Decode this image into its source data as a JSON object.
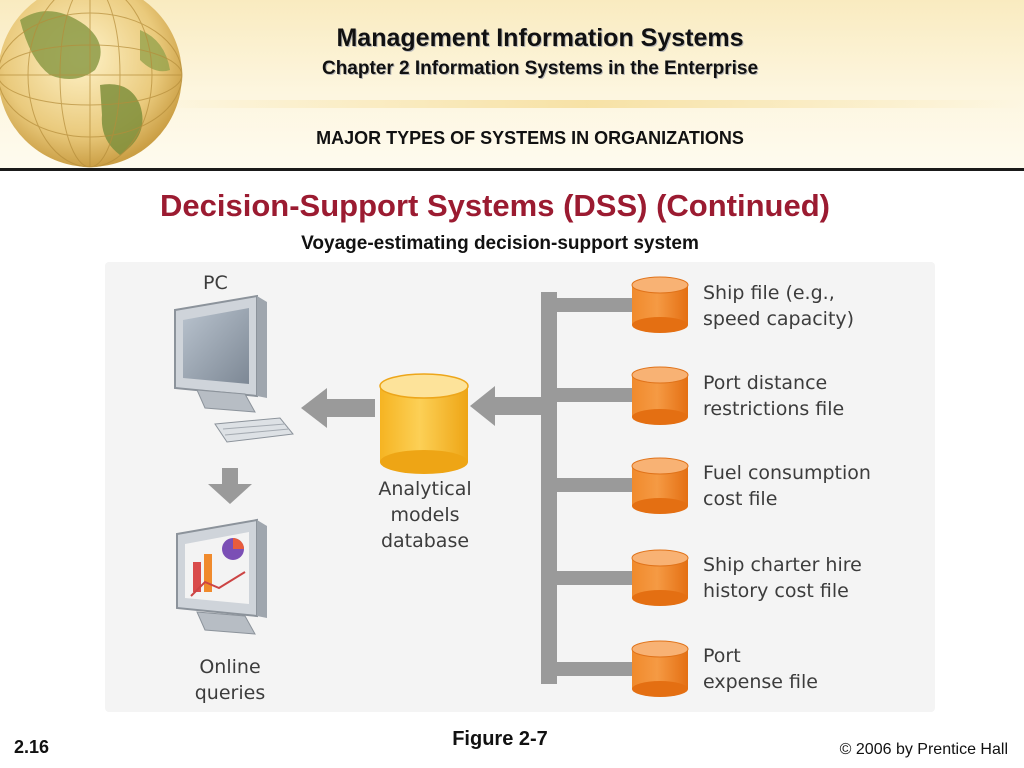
{
  "header": {
    "title": "Management Information Systems",
    "subtitle": "Chapter 2 Information Systems in the Enterprise",
    "section": "MAJOR TYPES OF SYSTEMS IN ORGANIZATIONS"
  },
  "slide": {
    "title": "Decision-Support Systems (DSS) (Continued)",
    "subtitle": "Voyage-estimating decision-support system"
  },
  "diagram": {
    "pc_label": "PC",
    "online_label": "Online\nqueries",
    "database_label": "Analytical\nmodels\ndatabase",
    "files": [
      {
        "label": "Ship file (e.g.,\nspeed capacity)"
      },
      {
        "label": "Port distance\nrestrictions file"
      },
      {
        "label": "Fuel consumption\ncost file"
      },
      {
        "label": "Ship charter hire\nhistory cost file"
      },
      {
        "label": "Port\nexpense file"
      }
    ],
    "colors": {
      "file_cylinder": "#ef7d22",
      "database_cylinder": "#f7b928",
      "arrow": "#9a9a9a"
    }
  },
  "footer": {
    "figure_caption": "Figure 2-7",
    "page_number": "2.16",
    "copyright": "© 2006 by Prentice Hall"
  },
  "icons": {
    "logo": "globe-icon",
    "pc": "computer-monitor-icon",
    "online": "monitor-chart-icon"
  }
}
